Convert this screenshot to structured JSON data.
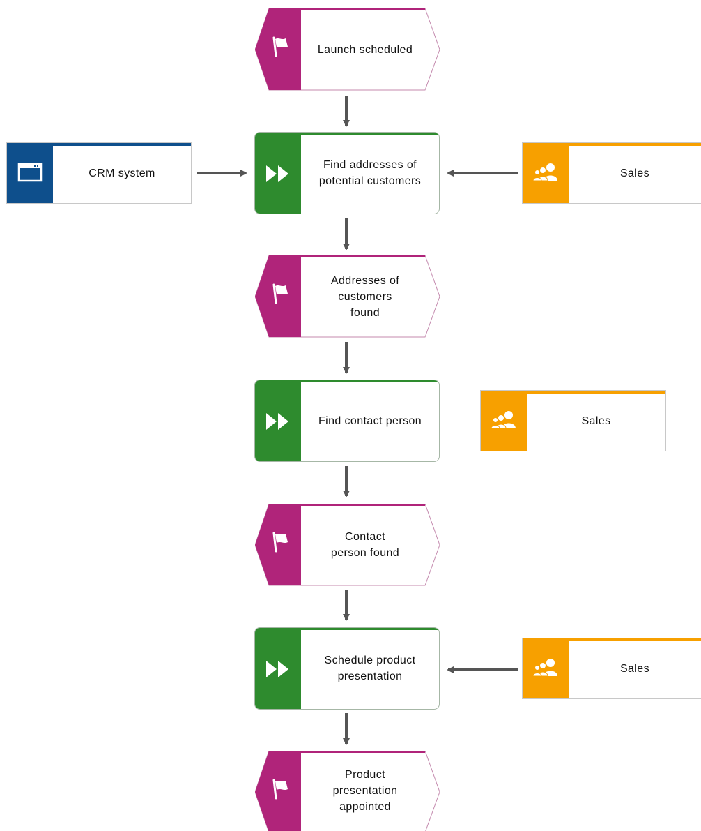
{
  "colors": {
    "event": "#b0247a",
    "function": "#2e8b2e",
    "system": "#0e4f8c",
    "orgunit": "#f7a000",
    "connector": "#555555"
  },
  "events": [
    {
      "label": "Launch scheduled",
      "icon": "flag-icon"
    },
    {
      "label": "Addresses of customers found",
      "icon": "flag-icon"
    },
    {
      "label": "Contact person found",
      "icon": "flag-icon"
    },
    {
      "label": "Product presentation appointed",
      "icon": "flag-icon"
    }
  ],
  "functions": [
    {
      "label": "Find addresses of potential customers",
      "icon": "fast-forward-icon"
    },
    {
      "label": "Find contact person",
      "icon": "fast-forward-icon"
    },
    {
      "label": "Schedule product presentation",
      "icon": "fast-forward-icon"
    }
  ],
  "systems": [
    {
      "label": "CRM system",
      "icon": "application-window-icon"
    }
  ],
  "org_units": [
    {
      "label": "Sales",
      "icon": "group-icon"
    },
    {
      "label": "Sales",
      "icon": "group-icon"
    },
    {
      "label": "Sales",
      "icon": "group-icon"
    }
  ]
}
